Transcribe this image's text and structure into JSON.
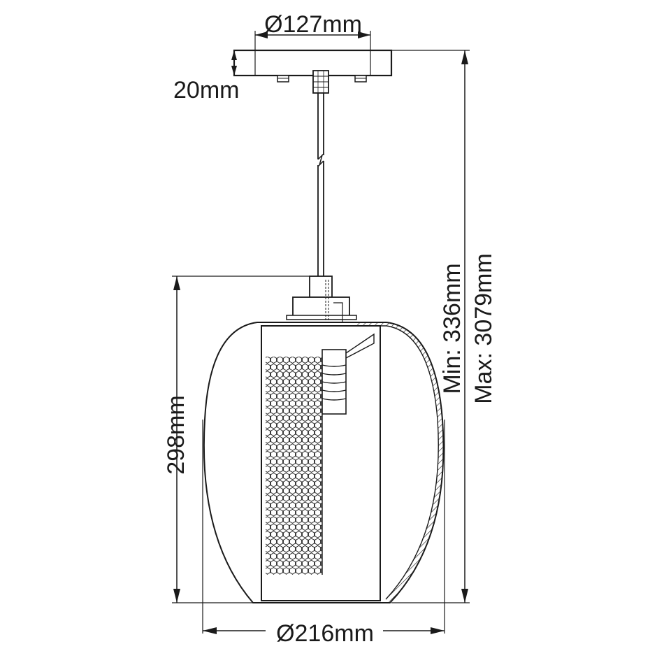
{
  "dimensions": {
    "canopy_diameter": "Ø127mm",
    "canopy_height": "20mm",
    "shade_height": "298mm",
    "min_height": "Min: 336mm",
    "max_height": "Max: 3079mm",
    "shade_diameter": "Ø216mm"
  },
  "colors": {
    "line": "#1a1a1a",
    "background": "#ffffff"
  }
}
